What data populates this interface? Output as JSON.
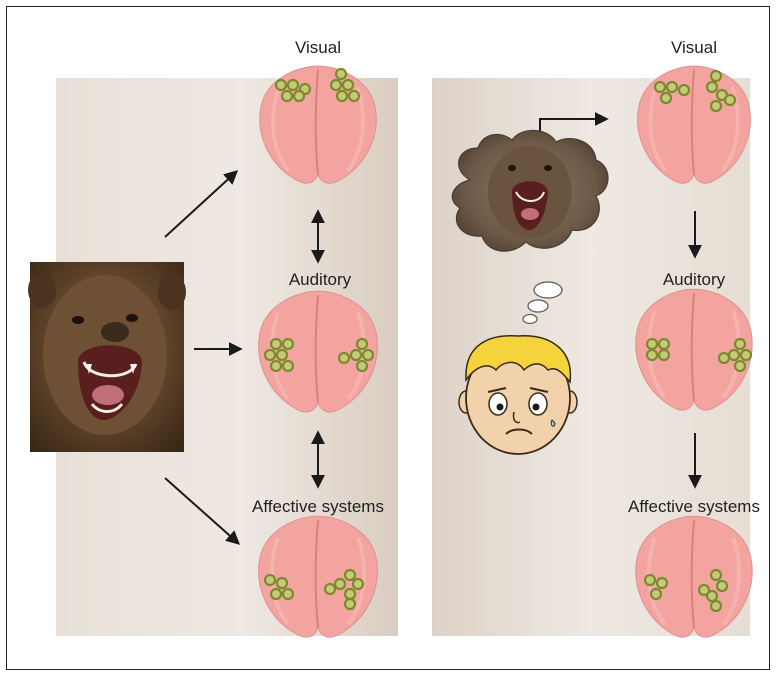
{
  "left_panel": {
    "labels": {
      "visual": "Visual",
      "auditory": "Auditory",
      "affective": "Affective systems"
    }
  },
  "right_panel": {
    "labels": {
      "visual": "Visual",
      "auditory": "Auditory",
      "affective": "Affective systems"
    }
  },
  "colors": {
    "panel_bg": "#e6ddd4",
    "brain_fill": "#f3a4a0",
    "brain_stroke": "#d58985",
    "activation": "#8f9a34",
    "arrow": "#1a1a1a"
  },
  "icons": {
    "bear_photo": "bear-photo-icon",
    "thought_bubble": "thought-bubble-icon",
    "boy": "frightened-boy-icon"
  }
}
